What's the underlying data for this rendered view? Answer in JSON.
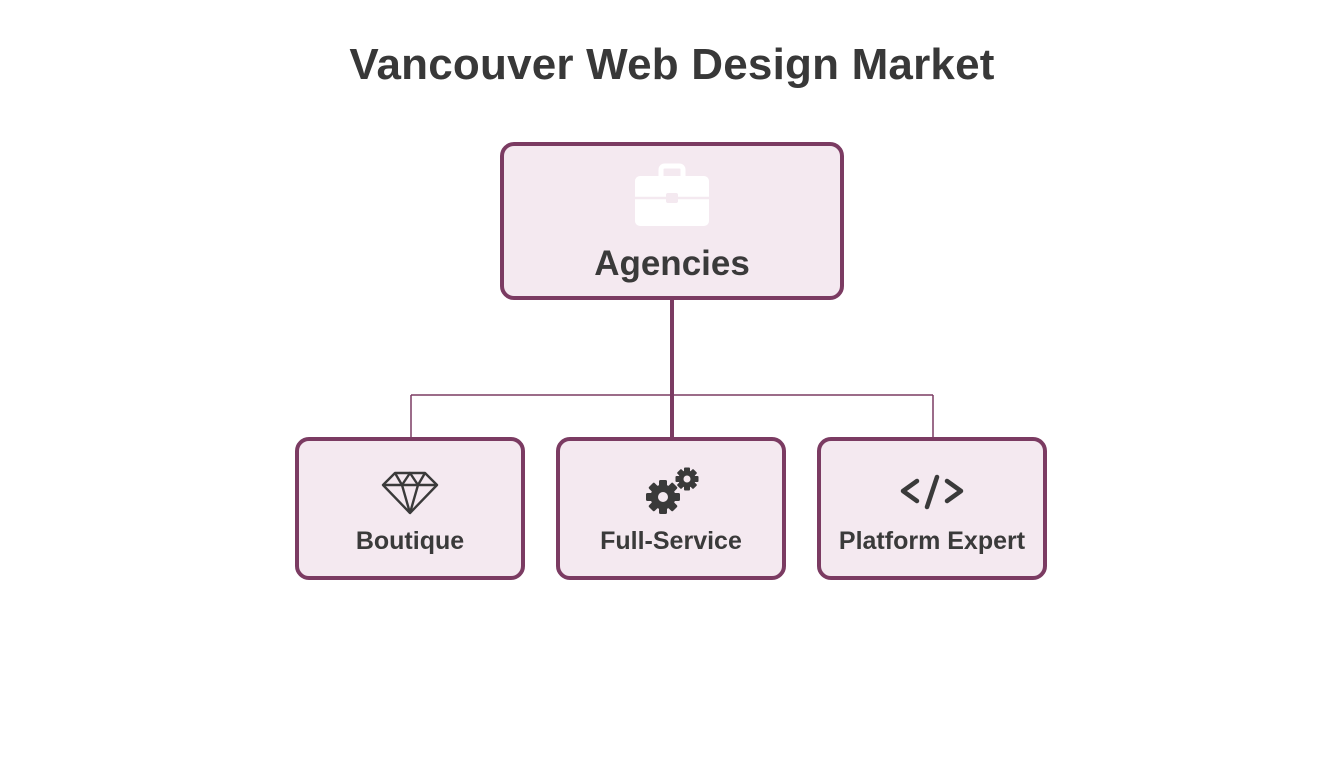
{
  "title": "Vancouver Web Design Market",
  "colors": {
    "node_border": "#7b3b62",
    "node_fill": "#f4e9f0",
    "text": "#3a3a3a",
    "icon_dark": "#3a3a3a",
    "icon_light": "#ffffff"
  },
  "root": {
    "label": "Agencies",
    "icon": "briefcase-icon"
  },
  "children": [
    {
      "label": "Boutique",
      "icon": "diamond-icon"
    },
    {
      "label": "Full-Service",
      "icon": "gears-icon"
    },
    {
      "label": "Platform Expert",
      "icon": "code-icon"
    }
  ]
}
